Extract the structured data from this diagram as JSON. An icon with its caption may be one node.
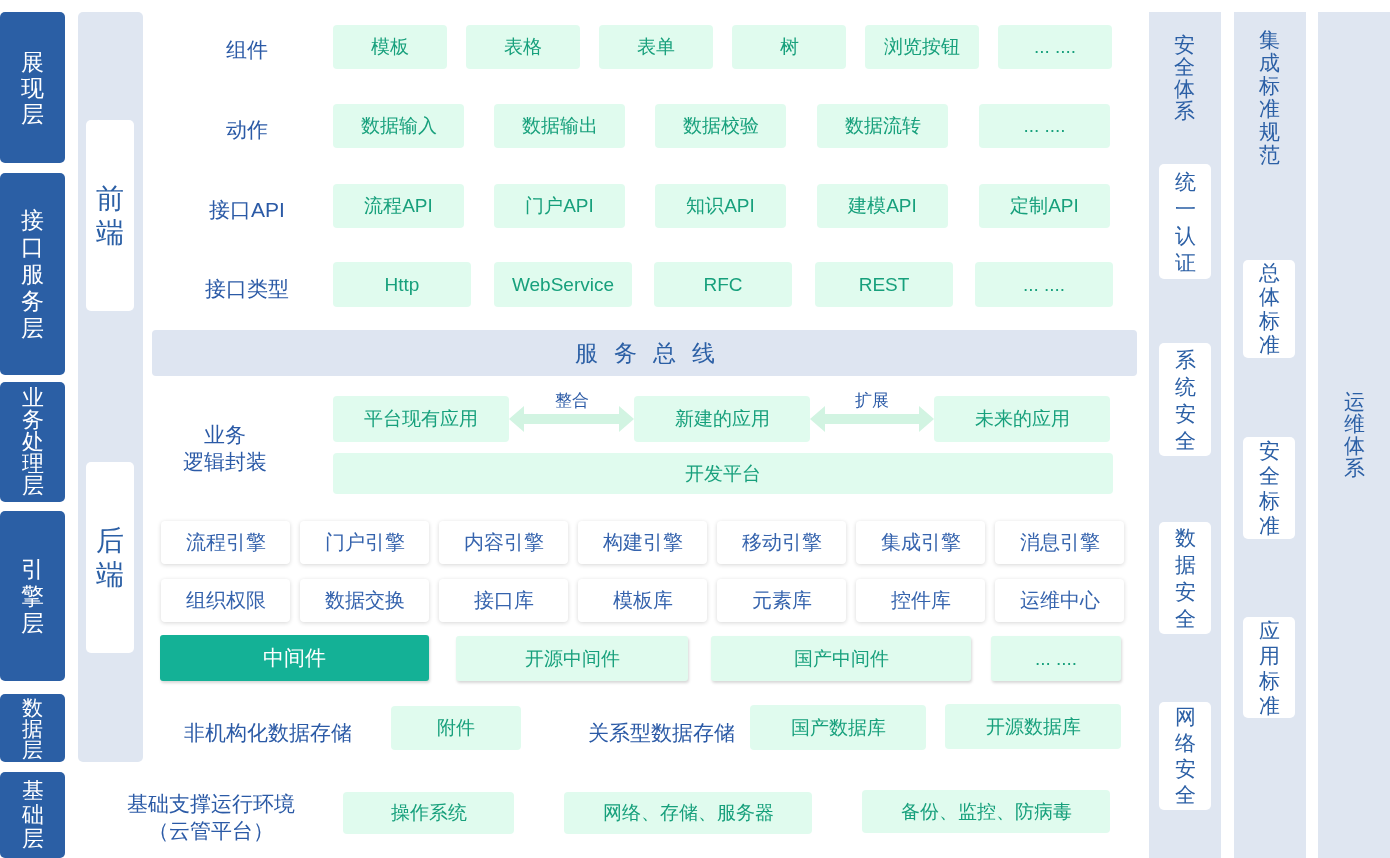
{
  "diagram": {
    "nodes": [
      {
        "text": [
          "展现层"
        ]
      },
      {
        "text": [
          "接口服务层"
        ]
      },
      {
        "text": [
          "业务处理层"
        ]
      },
      {
        "text": [
          "引擎层"
        ]
      },
      {
        "text": [
          "数据层"
        ]
      },
      {
        "text": [
          "基础层"
        ]
      },
      {
        "text": [],
        "shape": "bar"
      },
      {
        "text": [
          "前端"
        ],
        "in": 6
      },
      {
        "text": [
          "后端"
        ],
        "in": 6
      },
      {
        "text": [
          "模板"
        ]
      },
      {
        "text": [
          "表格"
        ]
      },
      {
        "text": [
          "表单"
        ]
      },
      {
        "text": [
          "树"
        ]
      },
      {
        "text": [
          "浏览按钮"
        ]
      },
      {
        "text": [
          "... ...."
        ]
      },
      {
        "text": [
          "数据输入"
        ]
      },
      {
        "text": [
          "数据输出"
        ]
      },
      {
        "text": [
          "数据校验"
        ]
      },
      {
        "text": [
          "数据流转"
        ]
      },
      {
        "text": [
          "... ...."
        ]
      },
      {
        "text": [
          "流程API"
        ]
      },
      {
        "text": [
          "门户API"
        ]
      },
      {
        "text": [
          "知识API"
        ]
      },
      {
        "text": [
          "建模API"
        ]
      },
      {
        "text": [
          "定制API"
        ]
      },
      {
        "text": [
          "Http"
        ]
      },
      {
        "text": [
          "WebService"
        ]
      },
      {
        "text": [
          "RFC"
        ]
      },
      {
        "text": [
          "REST"
        ]
      },
      {
        "text": [
          "... ...."
        ]
      },
      {
        "text": [
          "服务总线"
        ]
      },
      {
        "text": [
          "平台现有应用"
        ]
      },
      {
        "text": [
          "新建的应用"
        ]
      },
      {
        "text": [
          "未来的应用"
        ]
      },
      {
        "text": [
          "开发平台"
        ]
      },
      {
        "text": [
          "流程引擎"
        ]
      },
      {
        "text": [
          "门户引擎"
        ]
      },
      {
        "text": [
          "内容引擎"
        ]
      },
      {
        "text": [
          "构建引擎"
        ]
      },
      {
        "text": [
          "移动引擎"
        ]
      },
      {
        "text": [
          "集成引擎"
        ]
      },
      {
        "text": [
          "消息引擎"
        ]
      },
      {
        "text": [
          "组织权限"
        ]
      },
      {
        "text": [
          "数据交换"
        ]
      },
      {
        "text": [
          "接口库"
        ]
      },
      {
        "text": [
          "模板库"
        ]
      },
      {
        "text": [
          "元素库"
        ]
      },
      {
        "text": [
          "控件库"
        ]
      },
      {
        "text": [
          "运维中心"
        ]
      },
      {
        "text": [
          "中间件"
        ]
      },
      {
        "text": [
          "开源中间件"
        ]
      },
      {
        "text": [
          "国产中间件"
        ]
      },
      {
        "text": [
          "... ...."
        ]
      },
      {
        "text": [
          "附件"
        ]
      },
      {
        "text": [
          "国产数据库"
        ]
      },
      {
        "text": [
          "开源数据库"
        ]
      },
      {
        "text": [
          "操作系统"
        ]
      },
      {
        "text": [
          "网络、存储、服务器"
        ]
      },
      {
        "text": [
          "备份、监控、防病毒"
        ]
      },
      {
        "text": [
          "安全体系"
        ]
      },
      {
        "text": [
          "统一认证"
        ],
        "in": 59
      },
      {
        "text": [
          "系统安全"
        ],
        "in": 59
      },
      {
        "text": [
          "数据安全"
        ],
        "in": 59
      },
      {
        "text": [
          "网络安全"
        ],
        "in": 59
      },
      {
        "text": [
          "集成标准规范"
        ]
      },
      {
        "text": [
          "总体标准"
        ],
        "in": 64
      },
      {
        "text": [
          "安全标准"
        ],
        "in": 64
      },
      {
        "text": [
          "应用标准"
        ],
        "in": 64
      },
      {
        "text": [
          "运维体系"
        ]
      }
    ],
    "edges": [
      {
        "from": 31,
        "to": 32,
        "arrow": "both",
        "label": "整合"
      },
      {
        "from": 32,
        "to": 33,
        "arrow": "both",
        "label": "扩展"
      }
    ],
    "labels": [
      "组件",
      "动作",
      "接口API",
      "接口类型",
      "业务逻辑封装",
      "非机构化数据存储",
      "关系型数据存储",
      "基础支撑运行环境（云管平台）"
    ]
  }
}
